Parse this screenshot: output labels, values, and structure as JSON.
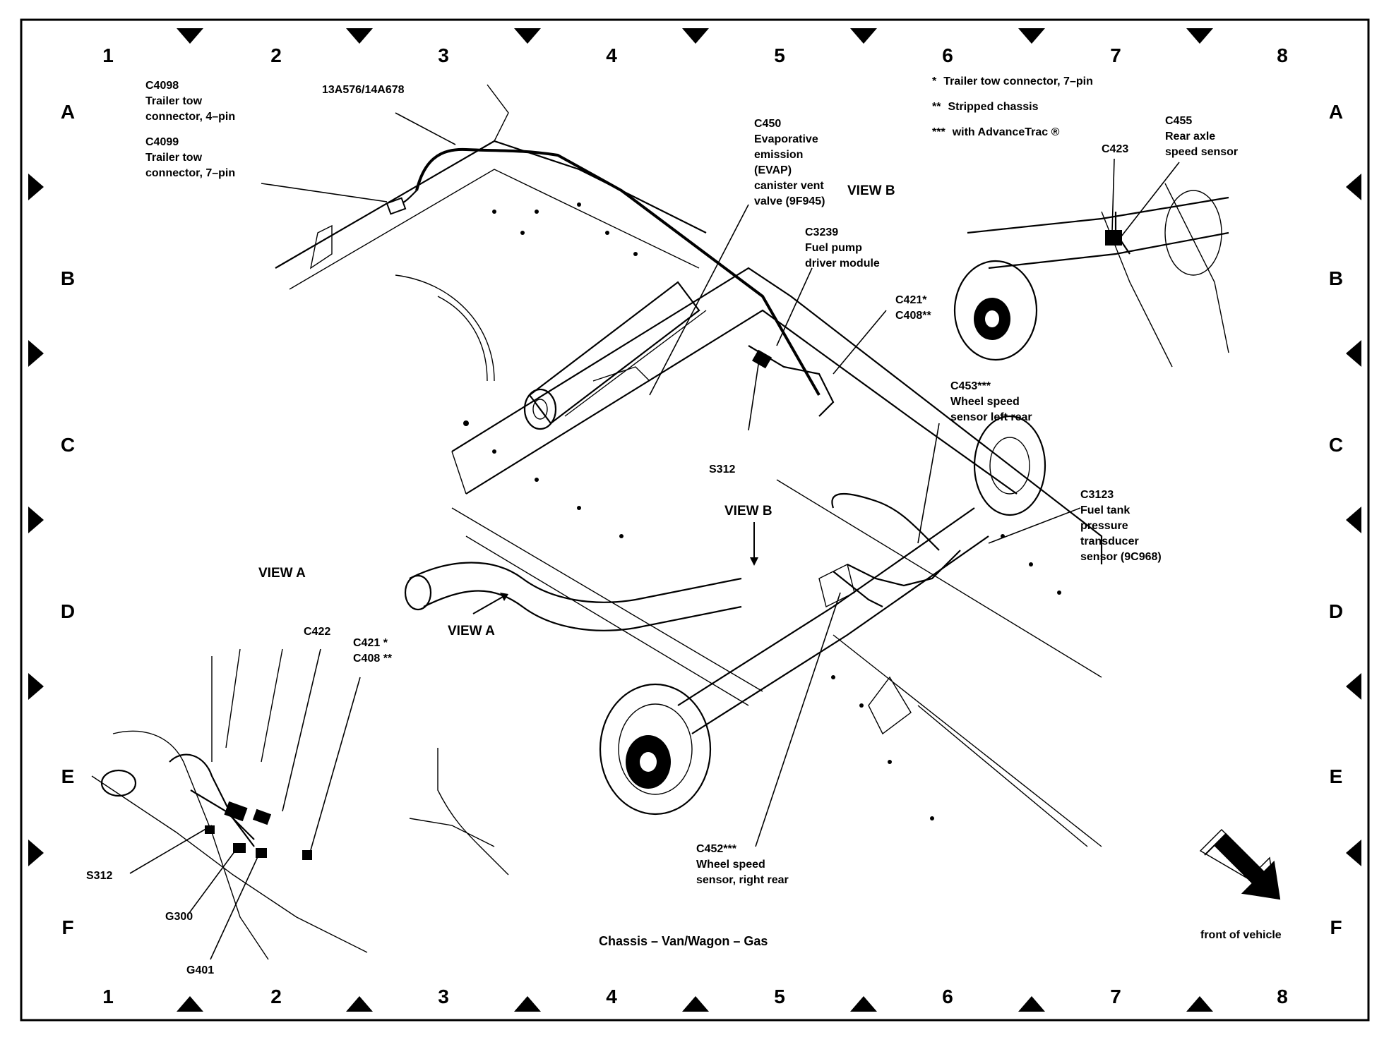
{
  "grid": {
    "columns": [
      "1",
      "2",
      "3",
      "4",
      "5",
      "6",
      "7",
      "8"
    ],
    "rows": [
      "A",
      "B",
      "C",
      "D",
      "E",
      "F"
    ]
  },
  "legend": [
    {
      "mark": "*",
      "text": "Trailer tow connector, 7–pin"
    },
    {
      "mark": "**",
      "text": "Stripped chassis"
    },
    {
      "mark": "***",
      "text": "with AdvanceTrac ®"
    }
  ],
  "callouts": {
    "c4098": {
      "line1": "C4098",
      "line2": "Trailer tow",
      "line3": "connector, 4–pin"
    },
    "c4099": {
      "line1": "C4099",
      "line2": "Trailer tow",
      "line3": "connector, 7–pin"
    },
    "harness": {
      "line1": "13A576/14A678"
    },
    "c450": {
      "line1": "C450",
      "line2": "Evaporative",
      "line3": "emission",
      "line4": "(EVAP)",
      "line5": "canister vent",
      "line6": "valve (9F945)"
    },
    "c3239": {
      "line1": "C3239",
      "line2": "Fuel pump",
      "line3": "driver module"
    },
    "c421_top": {
      "line1": "C421*",
      "line2": "C408**"
    },
    "c455": {
      "line1": "C455",
      "line2": "Rear axle",
      "line3": "speed sensor"
    },
    "c423": {
      "line1": "C423"
    },
    "c453": {
      "line1": "C453***",
      "line2": "Wheel speed",
      "line3": "sensor left rear"
    },
    "s312_top": {
      "line1": "S312"
    },
    "c3123": {
      "line1": "C3123",
      "line2": "Fuel tank",
      "line3": "pressure",
      "line4": "transducer",
      "line5": "sensor (9C968)"
    },
    "c422": {
      "line1": "C422"
    },
    "c421_bottom": {
      "line1": "C421 *",
      "line2": "C408 **"
    },
    "s312_bottom": {
      "line1": "S312"
    },
    "g300": {
      "line1": "G300"
    },
    "g401": {
      "line1": "G401"
    },
    "c452": {
      "line1": "C452***",
      "line2": "Wheel speed",
      "line3": "sensor, right rear"
    }
  },
  "view_labels": {
    "view_b_inset": "VIEW B",
    "view_b_arrow": "VIEW B",
    "view_a_inset": "VIEW A",
    "view_a_arrow": "VIEW A"
  },
  "footer": {
    "title": "Chassis – Van/Wagon – Gas",
    "front_label": "front of vehicle"
  }
}
